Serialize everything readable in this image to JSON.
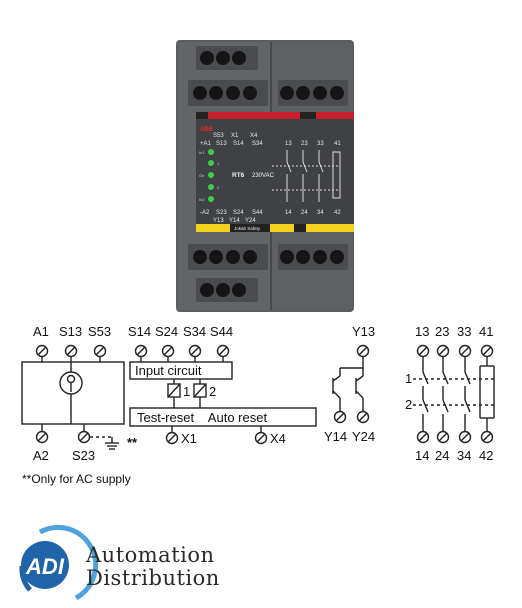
{
  "device": {
    "brand": "ABB",
    "model": "RT6",
    "voltage": "230VAC",
    "strip_label": "Jokab Safety",
    "top_row1": [
      "S53",
      "X1",
      "X4"
    ],
    "top_row2": [
      "+A1",
      "S13",
      "S14",
      "S34"
    ],
    "contact_top": [
      "13",
      "23",
      "33",
      "41"
    ],
    "contact_bottom": [
      "14",
      "24",
      "34",
      "42"
    ],
    "leds": [
      "In1",
      "1",
      "On",
      "2",
      "In2"
    ],
    "bottom_row1": [
      "-A2",
      "S23",
      "S24",
      "S44"
    ],
    "bottom_row2": [
      "Y13",
      "Y14",
      "Y24"
    ]
  },
  "schematic": {
    "top_terminals": [
      "A1",
      "S13",
      "S53"
    ],
    "input_terminals": [
      "S14",
      "S24",
      "S34",
      "S44"
    ],
    "input_circuit_label": "Input  circuit",
    "relay1": "1",
    "relay2": "2",
    "reset_label": "Test-reset    Auto reset",
    "bottom_a2": "A2",
    "bottom_s23": "S23",
    "earth_mark": "**",
    "x1": "X1",
    "x4": "X4",
    "y13": "Y13",
    "y14": "Y14",
    "y24": "Y24",
    "contacts_top": [
      "13",
      "23",
      "33",
      "41"
    ],
    "contacts_bottom": [
      "14",
      "24",
      "34",
      "42"
    ],
    "row1": "1",
    "row2": "2",
    "footnote": "**Only for AC supply"
  },
  "logo": {
    "letters": "ADI",
    "line1": "Automation",
    "line2": "Distribution",
    "colors": {
      "blue": "#1f63a8",
      "light_blue": "#4fa3dd"
    }
  }
}
